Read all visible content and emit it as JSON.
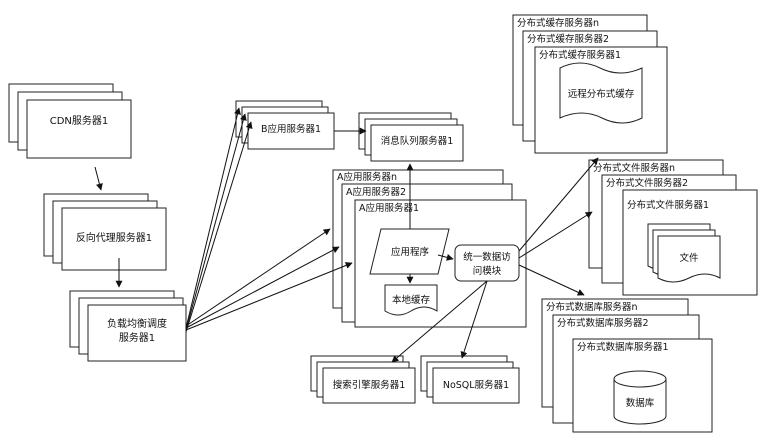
{
  "nodes": {
    "cdn": {
      "label": "CDN服务器1"
    },
    "reverse_proxy": {
      "label": "反向代理服务器1"
    },
    "load_balancer": {
      "label_line1": "负载均衡调度",
      "label_line2": "服务器1"
    },
    "b_app": {
      "label": "B应用服务器1"
    },
    "message_queue": {
      "label": "消息队列服务器1"
    },
    "a_app": {
      "label_n": "A应用服务器n",
      "label_2": "A应用服务器2",
      "label_1": "A应用服务器1"
    },
    "application": {
      "label": "应用程序"
    },
    "local_cache": {
      "label": "本地缓存"
    },
    "unified_access": {
      "label_line1": "统一数据访",
      "label_line2": "问模块"
    },
    "search_engine": {
      "label": "搜索引擎服务器1"
    },
    "nosql": {
      "label": "NoSQL服务器1"
    },
    "dist_cache": {
      "label_n": "分布式缓存服务器n",
      "label_2": "分布式缓存服务器2",
      "label_1": "分布式缓存服务器1",
      "inner": "远程分布式缓存"
    },
    "dist_file": {
      "label_n": "分布式文件服务器n",
      "label_2": "分布式文件服务器2",
      "label_1": "分布式文件服务器1",
      "inner": "文件"
    },
    "dist_db": {
      "label_n": "分布式数据库服务器n",
      "label_2": "分布式数据库服务器2",
      "label_1": "分布式数据库服务器1",
      "inner": "数据库"
    }
  }
}
